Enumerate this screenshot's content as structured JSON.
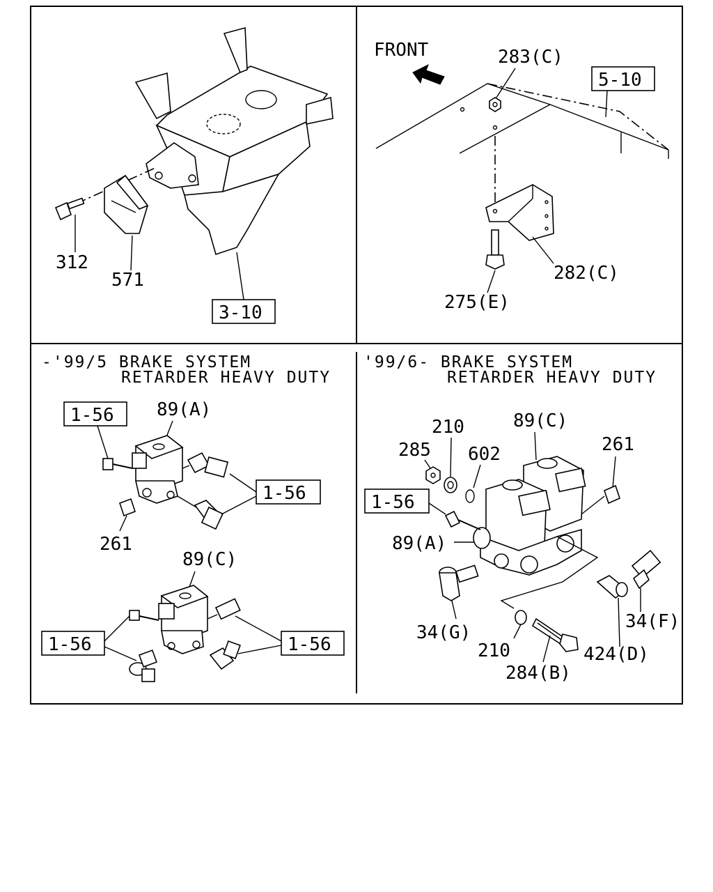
{
  "panels": {
    "top_left": {
      "labels": {
        "bolt": "312",
        "unit": "571",
        "ref": "3-10"
      }
    },
    "top_right": {
      "front_label": "FRONT",
      "labels": {
        "nut": "283(C)",
        "ref": "5-10",
        "bracket": "282(C)",
        "bolt": "275(E)"
      }
    },
    "bottom_left": {
      "heading_line1": "-'99/5 BRAKE SYSTEM",
      "heading_line2": "RETARDER HEAVY DUTY",
      "labels": {
        "ref_a": "1-56",
        "valve_a": "89(A)",
        "ref_b": "1-56",
        "plug": "261",
        "valve_c": "89(C)",
        "ref_c": "1-56",
        "ref_d": "1-56"
      }
    },
    "bottom_right": {
      "heading_line1": "'99/6- BRAKE SYSTEM",
      "heading_line2": "RETARDER HEAVY DUTY",
      "labels": {
        "washer_top": "210",
        "valve_c": "89(C)",
        "nut": "285",
        "oring": "602",
        "plug": "261",
        "ref": "1-56",
        "valve_a": "89(A)",
        "elbow_g": "34(G)",
        "fitting_f": "34(F)",
        "washer_bottom": "210",
        "elbow_d": "424(D)",
        "bolt": "284(B)"
      }
    }
  }
}
